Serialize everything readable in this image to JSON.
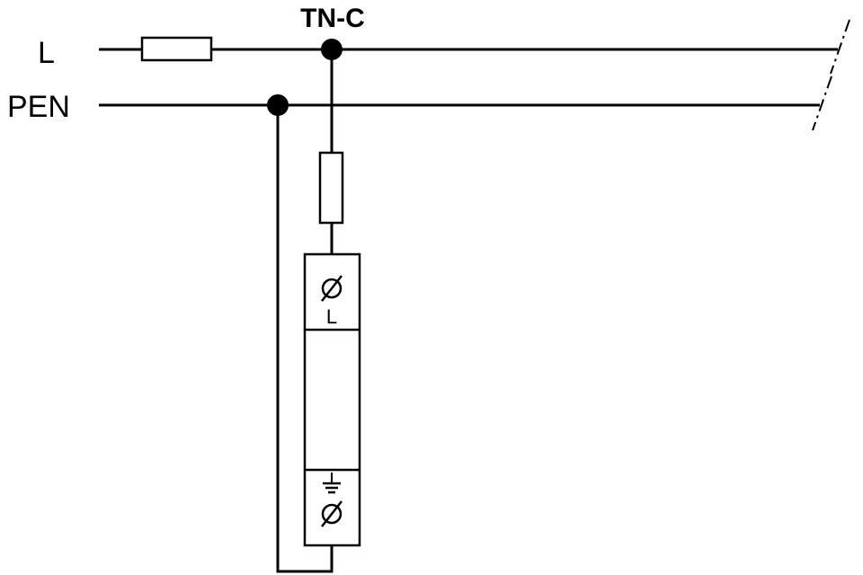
{
  "diagram": {
    "title": "TN-C",
    "conductors": {
      "line": "L",
      "pen": "PEN"
    },
    "device": {
      "top_terminal_label": "L"
    },
    "colors": {
      "stroke": "#000000",
      "background": "#ffffff"
    },
    "icons": {
      "terminal": "screw-terminal-icon",
      "earth": "earth-ground-icon",
      "fuse": "fuse-icon",
      "junction": "junction-dot-icon",
      "break": "break-mark-icon"
    }
  }
}
